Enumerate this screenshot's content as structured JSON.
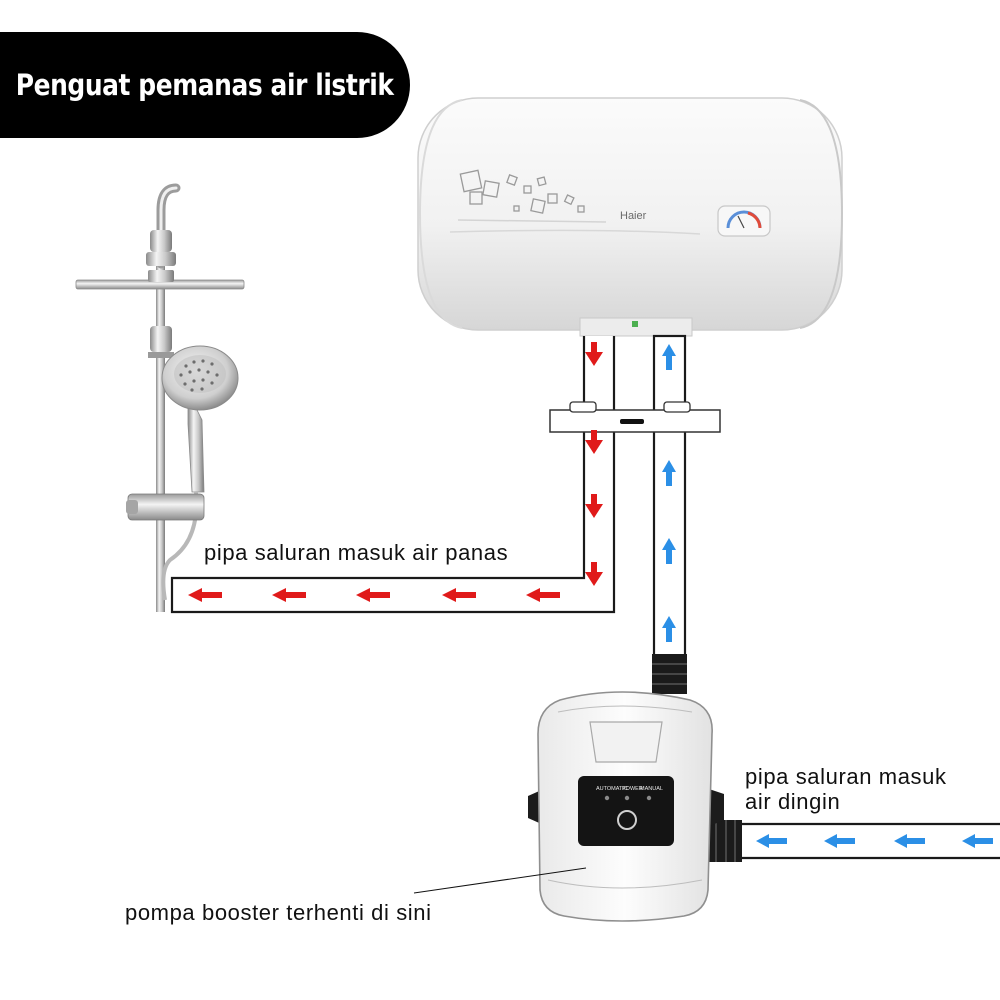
{
  "title": "Penguat pemanas air listrik",
  "heater": {
    "brand": "Haier"
  },
  "pump": {
    "panel_labels": [
      "AUTOMATIC",
      "POWER",
      "MANUAL"
    ]
  },
  "labels": {
    "hot_inlet": "pipa saluran masuk air panas",
    "cold_inlet_line1": "pipa saluran masuk",
    "cold_inlet_line2": "air dingin",
    "pump_note": "pompa booster terhenti di sini"
  },
  "colors": {
    "hot_arrow": "#e01a1a",
    "cold_arrow": "#2b8fe6",
    "title_bg": "#000000",
    "title_text": "#ffffff"
  }
}
